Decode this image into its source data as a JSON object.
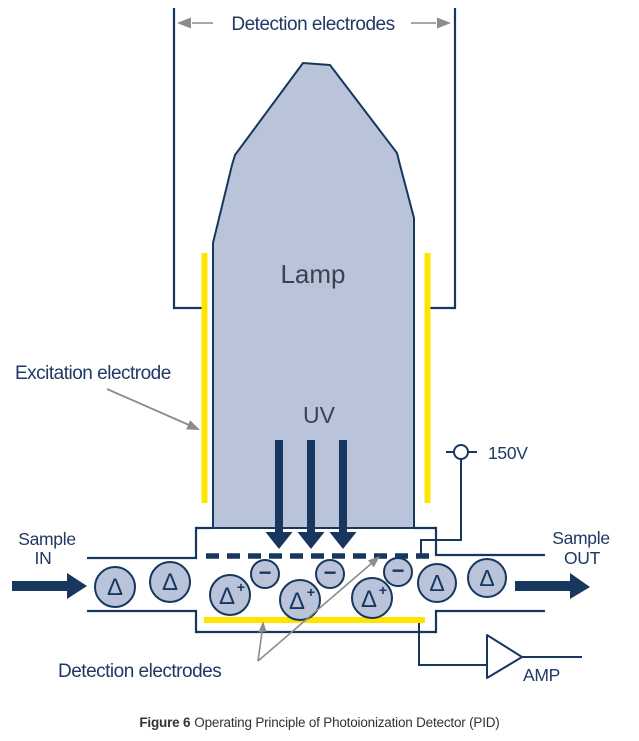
{
  "labels": {
    "detection_top": "Detection electrodes",
    "lamp": "Lamp",
    "uv": "UV",
    "excitation": "Excitation electrode",
    "voltage": "150V",
    "sample_in_1": "Sample",
    "sample_in_2": "IN",
    "sample_out_1": "Sample",
    "sample_out_2": "OUT",
    "detection_bottom": "Detection electrodes",
    "amp": "AMP"
  },
  "molecules": {
    "neutral": "Δ",
    "ion_base": "Δ",
    "ion_plus": "+",
    "electron": "−"
  },
  "caption": {
    "bold": "Figure 6",
    "rest": "Operating Principle of Photoionization Detector (PID)"
  },
  "colors": {
    "line_navy": "#17375E",
    "text_navy": "#1F3864",
    "shape_fill": "#B9C3D9",
    "electrode_yellow": "#FFE400",
    "annotation_gray": "#8C8C8C",
    "dark_label": "#3D434E",
    "caption_text": "#333333"
  }
}
